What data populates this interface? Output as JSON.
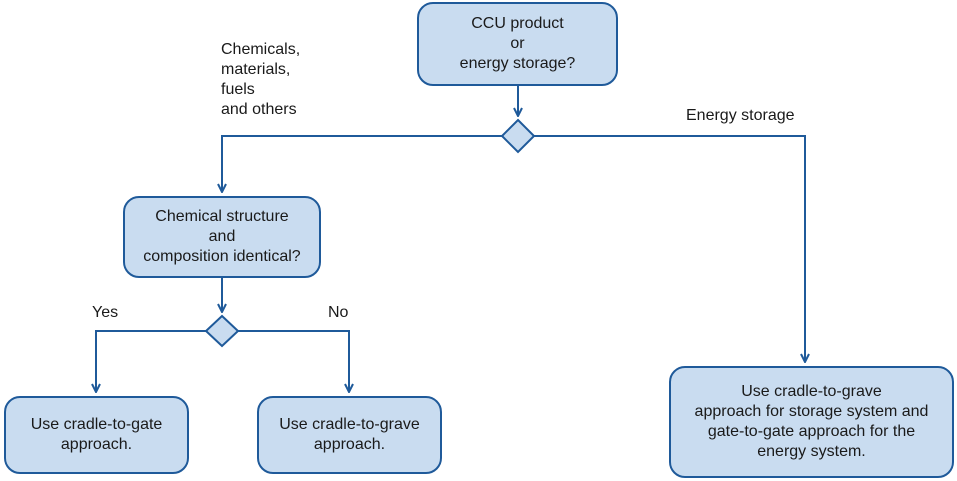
{
  "colors": {
    "box_fill": "#c9dcf0",
    "stroke": "#1f5a9a",
    "text": "#1a1a1a"
  },
  "nodes": {
    "root": "CCU product\nor\nenergy storage?",
    "structure": "Chemical structure\nand\ncomposition identical?",
    "gate": "Use cradle-to-gate\napproach.",
    "grave": "Use cradle-to-grave\napproach.",
    "storage": "Use cradle-to-grave\napproach for storage system and\ngate-to-gate approach for the\nenergy system."
  },
  "edge_labels": {
    "chemicals": "Chemicals,\nmaterials,\nfuels\nand others",
    "energy": "Energy storage",
    "yes": "Yes",
    "no": "No"
  }
}
